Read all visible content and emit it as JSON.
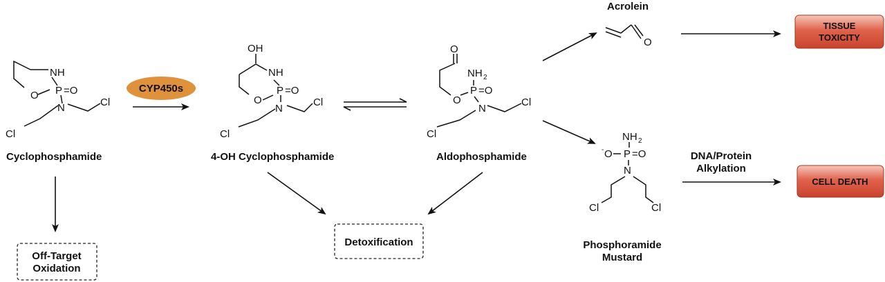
{
  "enzyme": "CYP450s",
  "compounds": {
    "cyclophosphamide": "Cyclophosphamide",
    "hydroxy": "4-OH Cyclophosphamide",
    "aldo": "Aldophosphamide",
    "acrolein": "Acrolein",
    "mustard_line1": "Phosphoramide",
    "mustard_line2": "Mustard"
  },
  "outcomes": {
    "tissue_line1": "TISSUE",
    "tissue_line2": "TOXICITY",
    "cell_death": "CELL DEATH",
    "detox": "Detoxification",
    "offtarget_line1": "Off-Target",
    "offtarget_line2": "Oxidation",
    "alkylation_line1": "DNA/Protein",
    "alkylation_line2": "Alkylation"
  },
  "atoms": {
    "NH": "NH",
    "P": "P",
    "O": "O",
    "N": "N",
    "Cl": "Cl",
    "OH": "OH",
    "PO": "P=O",
    "eqO": "=O",
    "NH2": "NH",
    "two": "2",
    "minus": "-",
    "minusO": "O"
  },
  "colors": {
    "enzyme_fill": "#E0913C",
    "red_box": "#D9503A",
    "red_box_light": "#F2B8A8"
  }
}
